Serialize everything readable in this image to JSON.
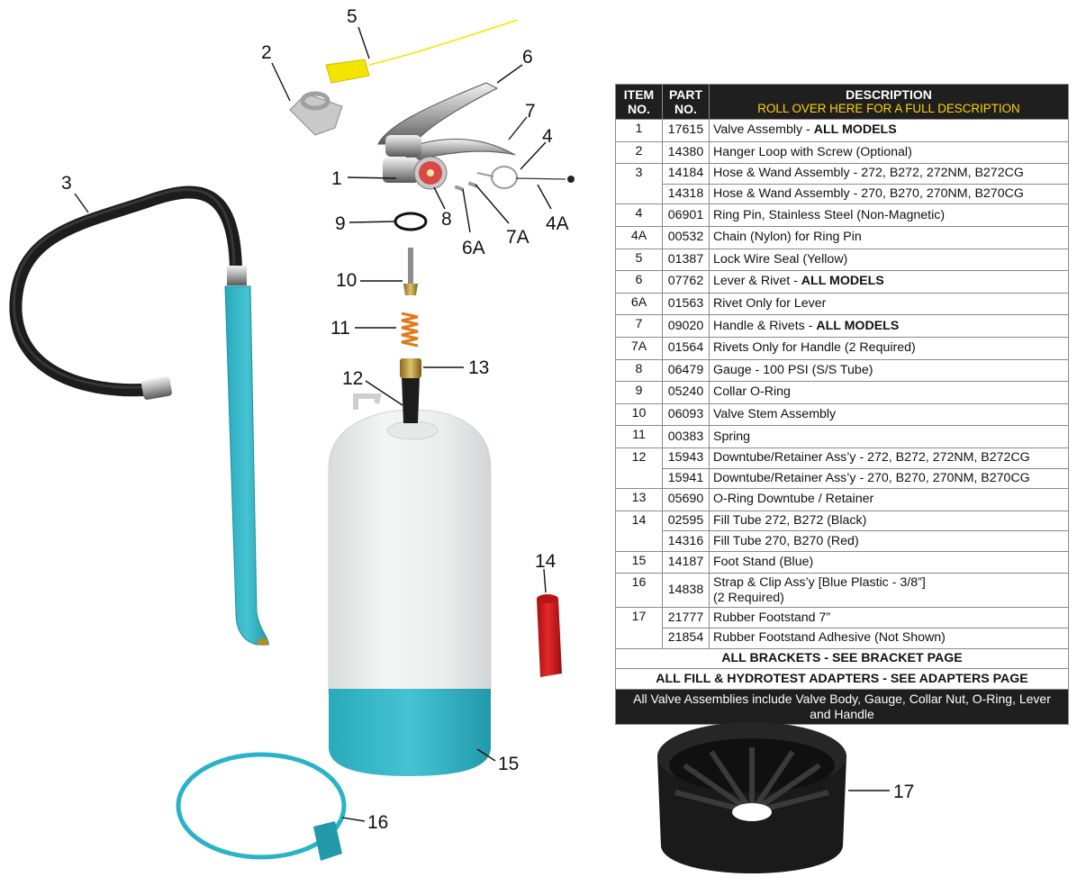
{
  "table": {
    "headers": {
      "item": "ITEM NO.",
      "part": "PART NO.",
      "description": "DESCRIPTION",
      "rollover": "ROLL OVER HERE FOR A FULL DESCRIPTION"
    },
    "rows": [
      {
        "item": "1",
        "part": "17615",
        "desc": "Valve Assembly - ",
        "bold": "ALL MODELS"
      },
      {
        "item": "2",
        "part": "14380",
        "desc": "Hanger Loop with Screw (Optional)"
      },
      {
        "item": "3",
        "part": "14184",
        "desc": "Hose & Wand Assembly - 272, B272, 272NM, B272CG"
      },
      {
        "item": "",
        "part": "14318",
        "desc": "Hose & Wand Assembly - 270, B270, 270NM, B270CG"
      },
      {
        "item": "4",
        "part": "06901",
        "desc": "Ring Pin, Stainless Steel (Non-Magnetic)"
      },
      {
        "item": "4A",
        "part": "00532",
        "desc": "Chain (Nylon) for Ring Pin"
      },
      {
        "item": "5",
        "part": "01387",
        "desc": "Lock Wire Seal (Yellow)"
      },
      {
        "item": "6",
        "part": "07762",
        "desc": "Lever & Rivet - ",
        "bold": "ALL MODELS"
      },
      {
        "item": "6A",
        "part": "01563",
        "desc": "Rivet Only for Lever"
      },
      {
        "item": "7",
        "part": "09020",
        "desc": "Handle & Rivets - ",
        "bold": "ALL MODELS"
      },
      {
        "item": "7A",
        "part": "01564",
        "desc": "Rivets Only for Handle (2 Required)"
      },
      {
        "item": "8",
        "part": "06479",
        "desc": "Gauge  - 100 PSI (S/S Tube)"
      },
      {
        "item": "9",
        "part": "05240",
        "desc": "Collar O-Ring"
      },
      {
        "item": "10",
        "part": "06093",
        "desc": "Valve Stem Assembly"
      },
      {
        "item": "11",
        "part": "00383",
        "desc": "Spring"
      },
      {
        "item": "12",
        "part": "15943",
        "desc": "Downtube/Retainer Ass’y - 272, B272, 272NM, B272CG"
      },
      {
        "item": "",
        "part": "15941",
        "desc": "Downtube/Retainer Ass’y - 270, B270, 270NM, B270CG"
      },
      {
        "item": "13",
        "part": "05690",
        "desc": "O-Ring Downtube / Retainer"
      },
      {
        "item": "14",
        "part": "02595",
        "desc": "Fill Tube 272, B272 (Black)"
      },
      {
        "item": "",
        "part": "14316",
        "desc": "Fill Tube 270, B270 (Red)"
      },
      {
        "item": "15",
        "part": "14187",
        "desc": "Foot Stand (Blue)"
      },
      {
        "item": "16",
        "part": "14838",
        "desc": "Strap & Clip Ass’y [Blue Plastic - 3/8”]",
        "desc2": "(2 Required)"
      },
      {
        "item": "17",
        "part": "21777",
        "desc": "Rubber Footstand 7”"
      },
      {
        "item": "",
        "part": "21854",
        "desc": "Rubber Footstand Adhesive (Not Shown)"
      }
    ],
    "notes": [
      "ALL BRACKETS - SEE BRACKET PAGE",
      "ALL FILL & HYDROTEST ADAPTERS  - SEE ADAPTERS PAGE"
    ],
    "footer": "All Valve Assemblies include Valve Body, Gauge, Collar Nut, O-Ring, Lever and Handle"
  },
  "callouts": {
    "c1": "1",
    "c2": "2",
    "c3": "3",
    "c4": "4",
    "c4a": "4A",
    "c5": "5",
    "c6": "6",
    "c6a": "6A",
    "c7": "7",
    "c7a": "7A",
    "c8": "8",
    "c9": "9",
    "c10": "10",
    "c11": "11",
    "c12": "12",
    "c13": "13",
    "c14": "14",
    "c15": "15",
    "c16": "16",
    "c17": "17"
  },
  "colors": {
    "hose_blue": "#2ab3c6",
    "seal_yellow": "#f5e400",
    "fill_tube_red": "#d4191b",
    "table_header": "#1f1f1f",
    "rollover_text": "#ffd400"
  }
}
